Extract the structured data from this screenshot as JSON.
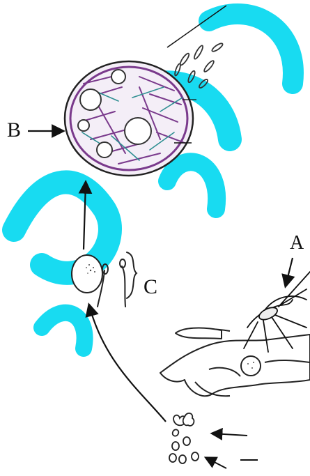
{
  "labels": {
    "a": "A",
    "b": "B",
    "c": "C"
  },
  "colors": {
    "ink": "#111111",
    "watermark": "#00d8f0",
    "cyst_purple": "#7a3a8c",
    "sporozoite_teal": "#2f8f92"
  },
  "icons": {
    "mosquito": "mosquito-icon",
    "hand": "hand-icon",
    "oocyst": "oocyst-icon",
    "ookinete": "ookinete-icon"
  }
}
